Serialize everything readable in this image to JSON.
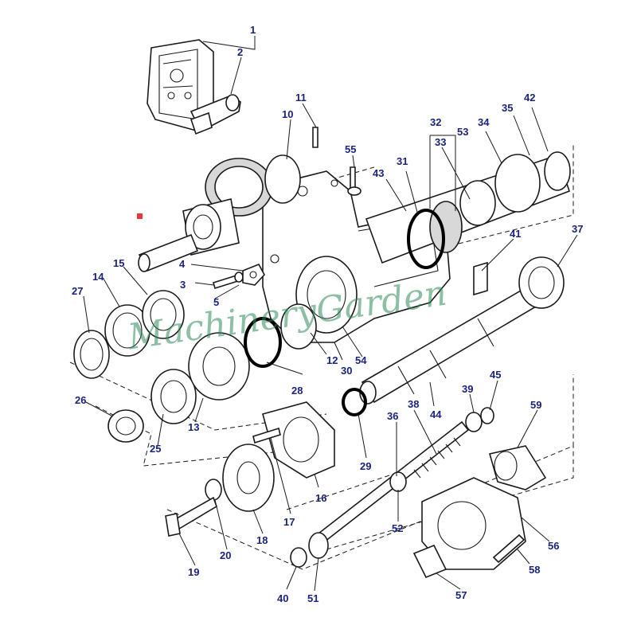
{
  "watermark": "MachineryGarden",
  "callouts": [
    {
      "id": "1",
      "label": "1"
    },
    {
      "id": "2",
      "label": "2"
    },
    {
      "id": "3",
      "label": "3"
    },
    {
      "id": "4",
      "label": "4"
    },
    {
      "id": "5",
      "label": "5"
    },
    {
      "id": "10",
      "label": "10"
    },
    {
      "id": "11",
      "label": "11"
    },
    {
      "id": "12",
      "label": "12"
    },
    {
      "id": "13",
      "label": "13"
    },
    {
      "id": "14",
      "label": "14"
    },
    {
      "id": "15",
      "label": "15"
    },
    {
      "id": "16",
      "label": "16"
    },
    {
      "id": "17",
      "label": "17"
    },
    {
      "id": "18",
      "label": "18"
    },
    {
      "id": "19",
      "label": "19"
    },
    {
      "id": "20",
      "label": "20"
    },
    {
      "id": "25",
      "label": "25"
    },
    {
      "id": "26",
      "label": "26"
    },
    {
      "id": "27",
      "label": "27"
    },
    {
      "id": "28",
      "label": "28"
    },
    {
      "id": "29",
      "label": "29"
    },
    {
      "id": "30",
      "label": "30"
    },
    {
      "id": "31",
      "label": "31"
    },
    {
      "id": "32",
      "label": "32"
    },
    {
      "id": "33",
      "label": "33"
    },
    {
      "id": "34",
      "label": "34"
    },
    {
      "id": "35",
      "label": "35"
    },
    {
      "id": "36",
      "label": "36"
    },
    {
      "id": "37",
      "label": "37"
    },
    {
      "id": "38",
      "label": "38"
    },
    {
      "id": "39",
      "label": "39"
    },
    {
      "id": "40",
      "label": "40"
    },
    {
      "id": "41",
      "label": "41"
    },
    {
      "id": "42",
      "label": "42"
    },
    {
      "id": "43",
      "label": "43"
    },
    {
      "id": "44",
      "label": "44"
    },
    {
      "id": "45",
      "label": "45"
    },
    {
      "id": "51",
      "label": "51"
    },
    {
      "id": "52",
      "label": "52"
    },
    {
      "id": "53",
      "label": "53"
    },
    {
      "id": "54",
      "label": "54"
    },
    {
      "id": "55",
      "label": "55"
    },
    {
      "id": "56",
      "label": "56"
    },
    {
      "id": "57",
      "label": "57"
    },
    {
      "id": "58",
      "label": "58"
    },
    {
      "id": "59",
      "label": "59"
    }
  ],
  "colors": {
    "callout_text": "#1a237e",
    "line_art": "#1a1a1a",
    "watermark": "#2e8b57",
    "marker": "#e53935"
  }
}
